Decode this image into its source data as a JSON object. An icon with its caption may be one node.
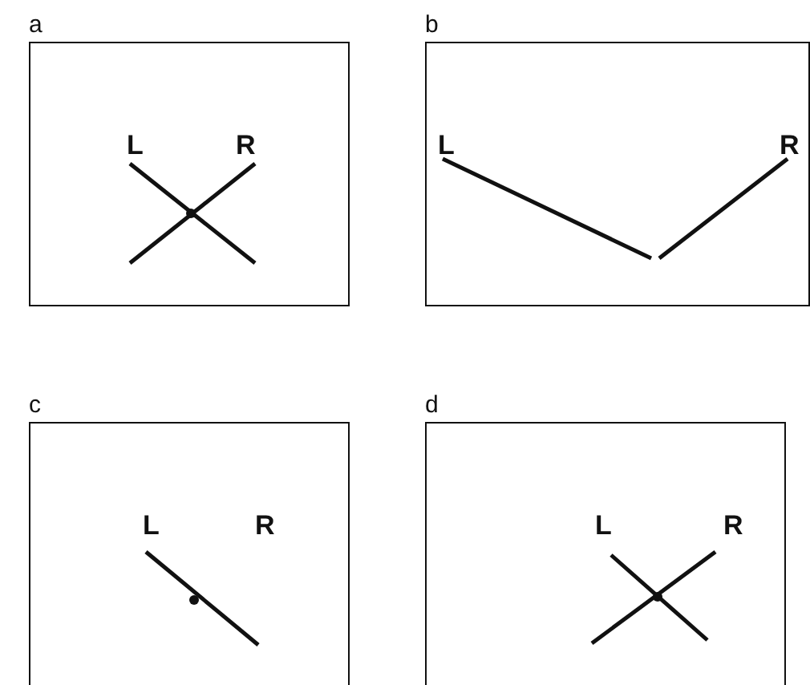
{
  "diagram": {
    "nodes": [
      {
        "text": [
          "a",
          "L",
          "R"
        ]
      },
      {
        "text": [
          "b",
          "L",
          "R"
        ]
      },
      {
        "text": [
          "c",
          "L",
          "R"
        ]
      },
      {
        "text": [
          "d",
          "L",
          "R"
        ]
      }
    ]
  }
}
